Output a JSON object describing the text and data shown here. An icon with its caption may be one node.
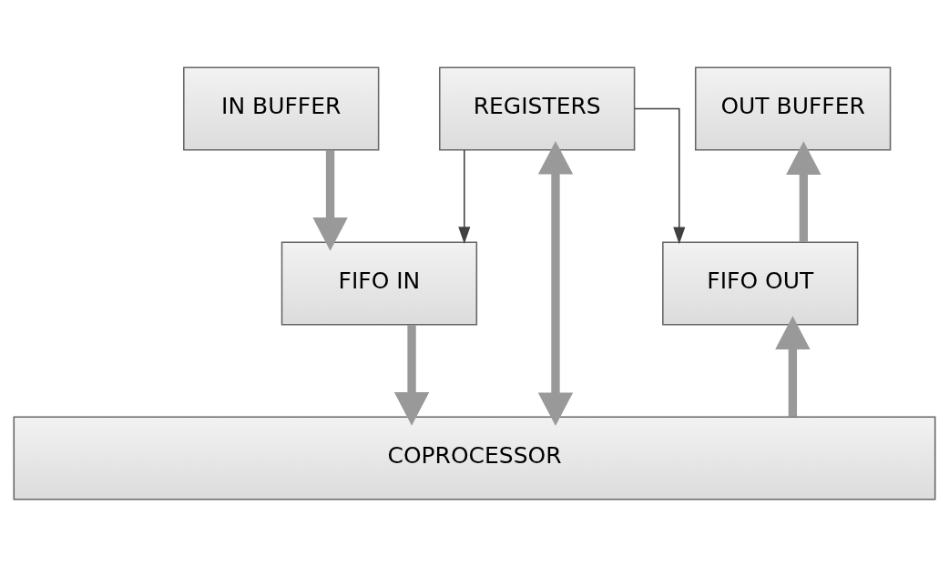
{
  "diagram": {
    "nodes": [
      {
        "text": [
          "REGISTERS"
        ]
      },
      {
        "text": [
          "IN BUFFER"
        ]
      },
      {
        "text": [
          "OUT BUFFER"
        ]
      },
      {
        "text": [
          "FIFO IN"
        ]
      },
      {
        "text": [
          "FIFO OUT"
        ]
      },
      {
        "text": [
          "COPROCESSOR"
        ]
      }
    ],
    "edges": [
      {
        "from": 0,
        "to": 5,
        "arrow": "both"
      },
      {
        "from": 1,
        "to": 3,
        "arrow": "to"
      },
      {
        "from": 4,
        "to": 2,
        "arrow": "to"
      },
      {
        "from": 3,
        "to": 5,
        "arrow": "to"
      },
      {
        "from": 5,
        "to": 4,
        "arrow": "to"
      },
      {
        "from": 0,
        "to": 3,
        "arrow": "to",
        "color": "#404040"
      },
      {
        "from": 0,
        "to": 4,
        "arrow": "to",
        "color": "#404040"
      }
    ]
  }
}
